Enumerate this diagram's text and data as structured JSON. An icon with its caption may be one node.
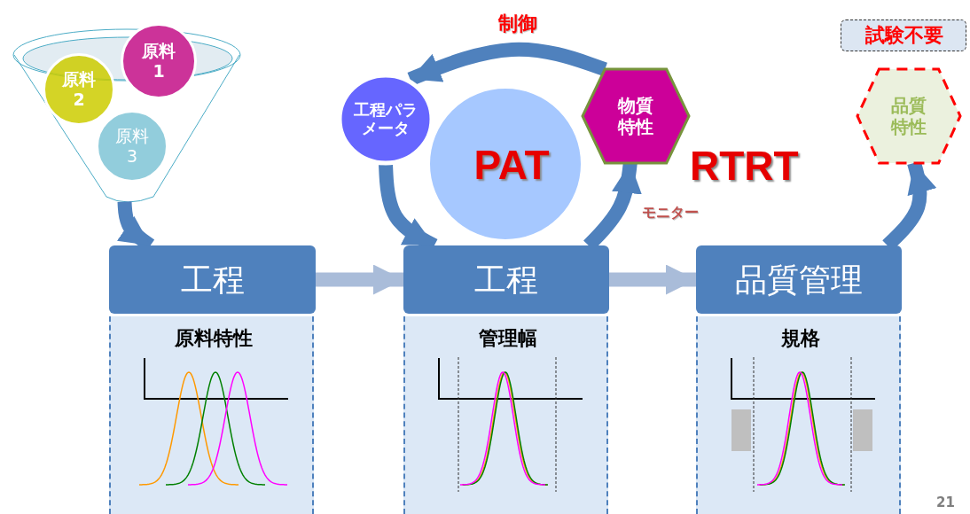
{
  "diagram": {
    "nodes": [
      {
        "text": [],
        "shape": "funnel"
      },
      {
        "text": [
          "原料1"
        ]
      },
      {
        "text": [
          "原料2"
        ],
        "in": 0
      },
      {
        "text": [
          "原料3"
        ],
        "in": 0
      },
      {
        "text": [
          "工程"
        ]
      },
      {
        "text": [
          "原料特性"
        ]
      },
      {
        "text": [
          "PAT"
        ]
      },
      {
        "text": [
          "工程パラメータ"
        ]
      },
      {
        "text": [
          "物質特性"
        ]
      },
      {
        "text": [
          "工程"
        ]
      },
      {
        "text": [
          "管理幅"
        ]
      },
      {
        "text": [
          "品質管理"
        ]
      },
      {
        "text": [
          "規格"
        ]
      },
      {
        "text": [
          "試験不要"
        ]
      },
      {
        "text": [
          "品質特性"
        ]
      }
    ],
    "edges": [
      {
        "from": 0,
        "to": 4,
        "arrow": "to"
      },
      {
        "from": 4,
        "to": 9,
        "arrow": "to",
        "color": "#a9bcd9"
      },
      {
        "from": 9,
        "to": 11,
        "arrow": "to",
        "color": "#a9bcd9"
      },
      {
        "from": 8,
        "to": 7,
        "arrow": "to",
        "label": "制御"
      },
      {
        "from": 7,
        "to": 9,
        "arrow": "to"
      },
      {
        "from": 9,
        "to": 8,
        "arrow": "to",
        "label": "モニター"
      },
      {
        "from": 11,
        "to": 14,
        "arrow": "to"
      }
    ],
    "labels": [
      "RTRT",
      "21"
    ]
  }
}
